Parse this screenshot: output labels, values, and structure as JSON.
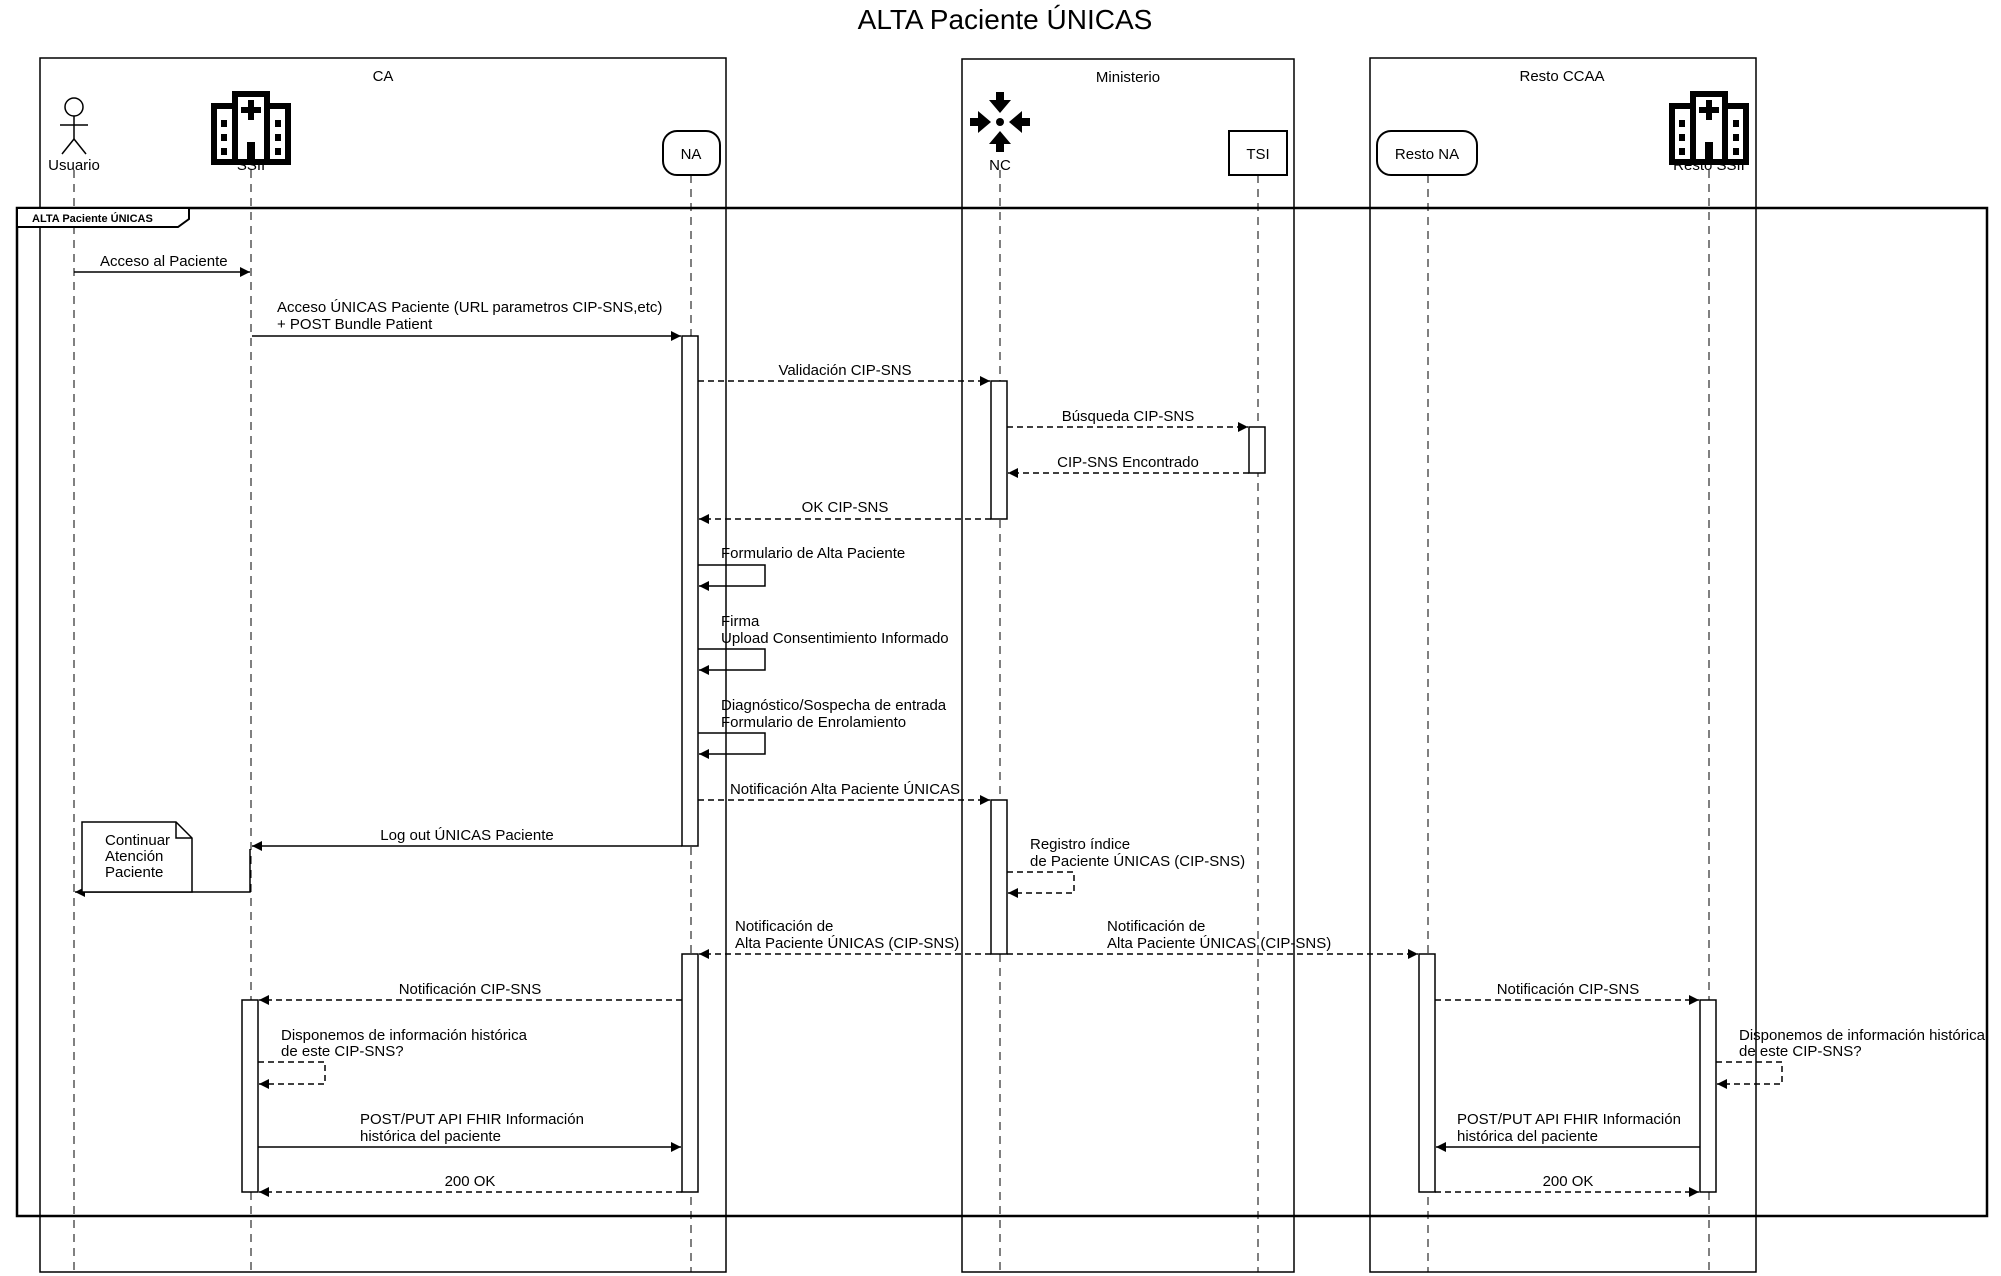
{
  "title": "ALTA Paciente ÚNICAS",
  "frame_label": "ALTA Paciente ÚNICAS",
  "groups": [
    {
      "id": "ca",
      "label": "CA"
    },
    {
      "id": "ministerio",
      "label": "Ministerio"
    },
    {
      "id": "resto",
      "label": "Resto CCAA"
    }
  ],
  "participants": [
    {
      "id": "usuario",
      "label": "Usuario",
      "icon": "actor-icon"
    },
    {
      "id": "ssii",
      "label": "SSII",
      "icon": "hospital-icon"
    },
    {
      "id": "na",
      "label": "NA",
      "icon": ""
    },
    {
      "id": "nc",
      "label": "NC",
      "icon": "hub-icon"
    },
    {
      "id": "tsi",
      "label": "TSI",
      "icon": ""
    },
    {
      "id": "resto_na",
      "label": "Resto NA",
      "icon": ""
    },
    {
      "id": "resto_ssii",
      "label": "Resto SSII",
      "icon": "hospital-icon"
    }
  ],
  "messages": [
    {
      "lines": [
        "Acceso al Paciente"
      ]
    },
    {
      "lines": [
        "Acceso ÚNICAS Paciente (URL parametros CIP-SNS,etc)",
        "+ POST Bundle Patient"
      ]
    },
    {
      "lines": [
        "Validación CIP-SNS"
      ]
    },
    {
      "lines": [
        "Búsqueda CIP-SNS"
      ]
    },
    {
      "lines": [
        "CIP-SNS Encontrado"
      ]
    },
    {
      "lines": [
        "OK CIP-SNS"
      ]
    },
    {
      "lines": [
        "Formulario de Alta Paciente"
      ]
    },
    {
      "lines": [
        "Firma",
        "Upload Consentimiento Informado"
      ]
    },
    {
      "lines": [
        "Diagnóstico/Sospecha de entrada",
        "Formulario de Enrolamiento"
      ]
    },
    {
      "lines": [
        "Notificación Alta Paciente ÚNICAS"
      ]
    },
    {
      "lines": [
        "Log out ÚNICAS Paciente"
      ]
    },
    {
      "lines": [
        "Registro índice",
        "de Paciente ÚNICAS (CIP-SNS)"
      ]
    },
    {
      "lines": [
        "Notificación de",
        "Alta Paciente ÚNICAS (CIP-SNS)"
      ]
    },
    {
      "lines": [
        "Notificación de",
        "Alta Paciente ÚNICAS (CIP-SNS)"
      ]
    },
    {
      "lines": [
        "Notificación CIP-SNS"
      ]
    },
    {
      "lines": [
        "Notificación CIP-SNS"
      ]
    },
    {
      "lines": [
        "Disponemos de información histórica",
        "de este CIP-SNS?"
      ]
    },
    {
      "lines": [
        "Disponemos de información histórica",
        "de este CIP-SNS?"
      ]
    },
    {
      "lines": [
        "POST/PUT API FHIR Información",
        "histórica del paciente"
      ]
    },
    {
      "lines": [
        "POST/PUT API FHIR Información",
        "histórica del paciente"
      ]
    },
    {
      "lines": [
        "200 OK"
      ]
    },
    {
      "lines": [
        "200 OK"
      ]
    }
  ],
  "note": {
    "lines": [
      "Continuar",
      "Atención",
      "Paciente"
    ]
  }
}
